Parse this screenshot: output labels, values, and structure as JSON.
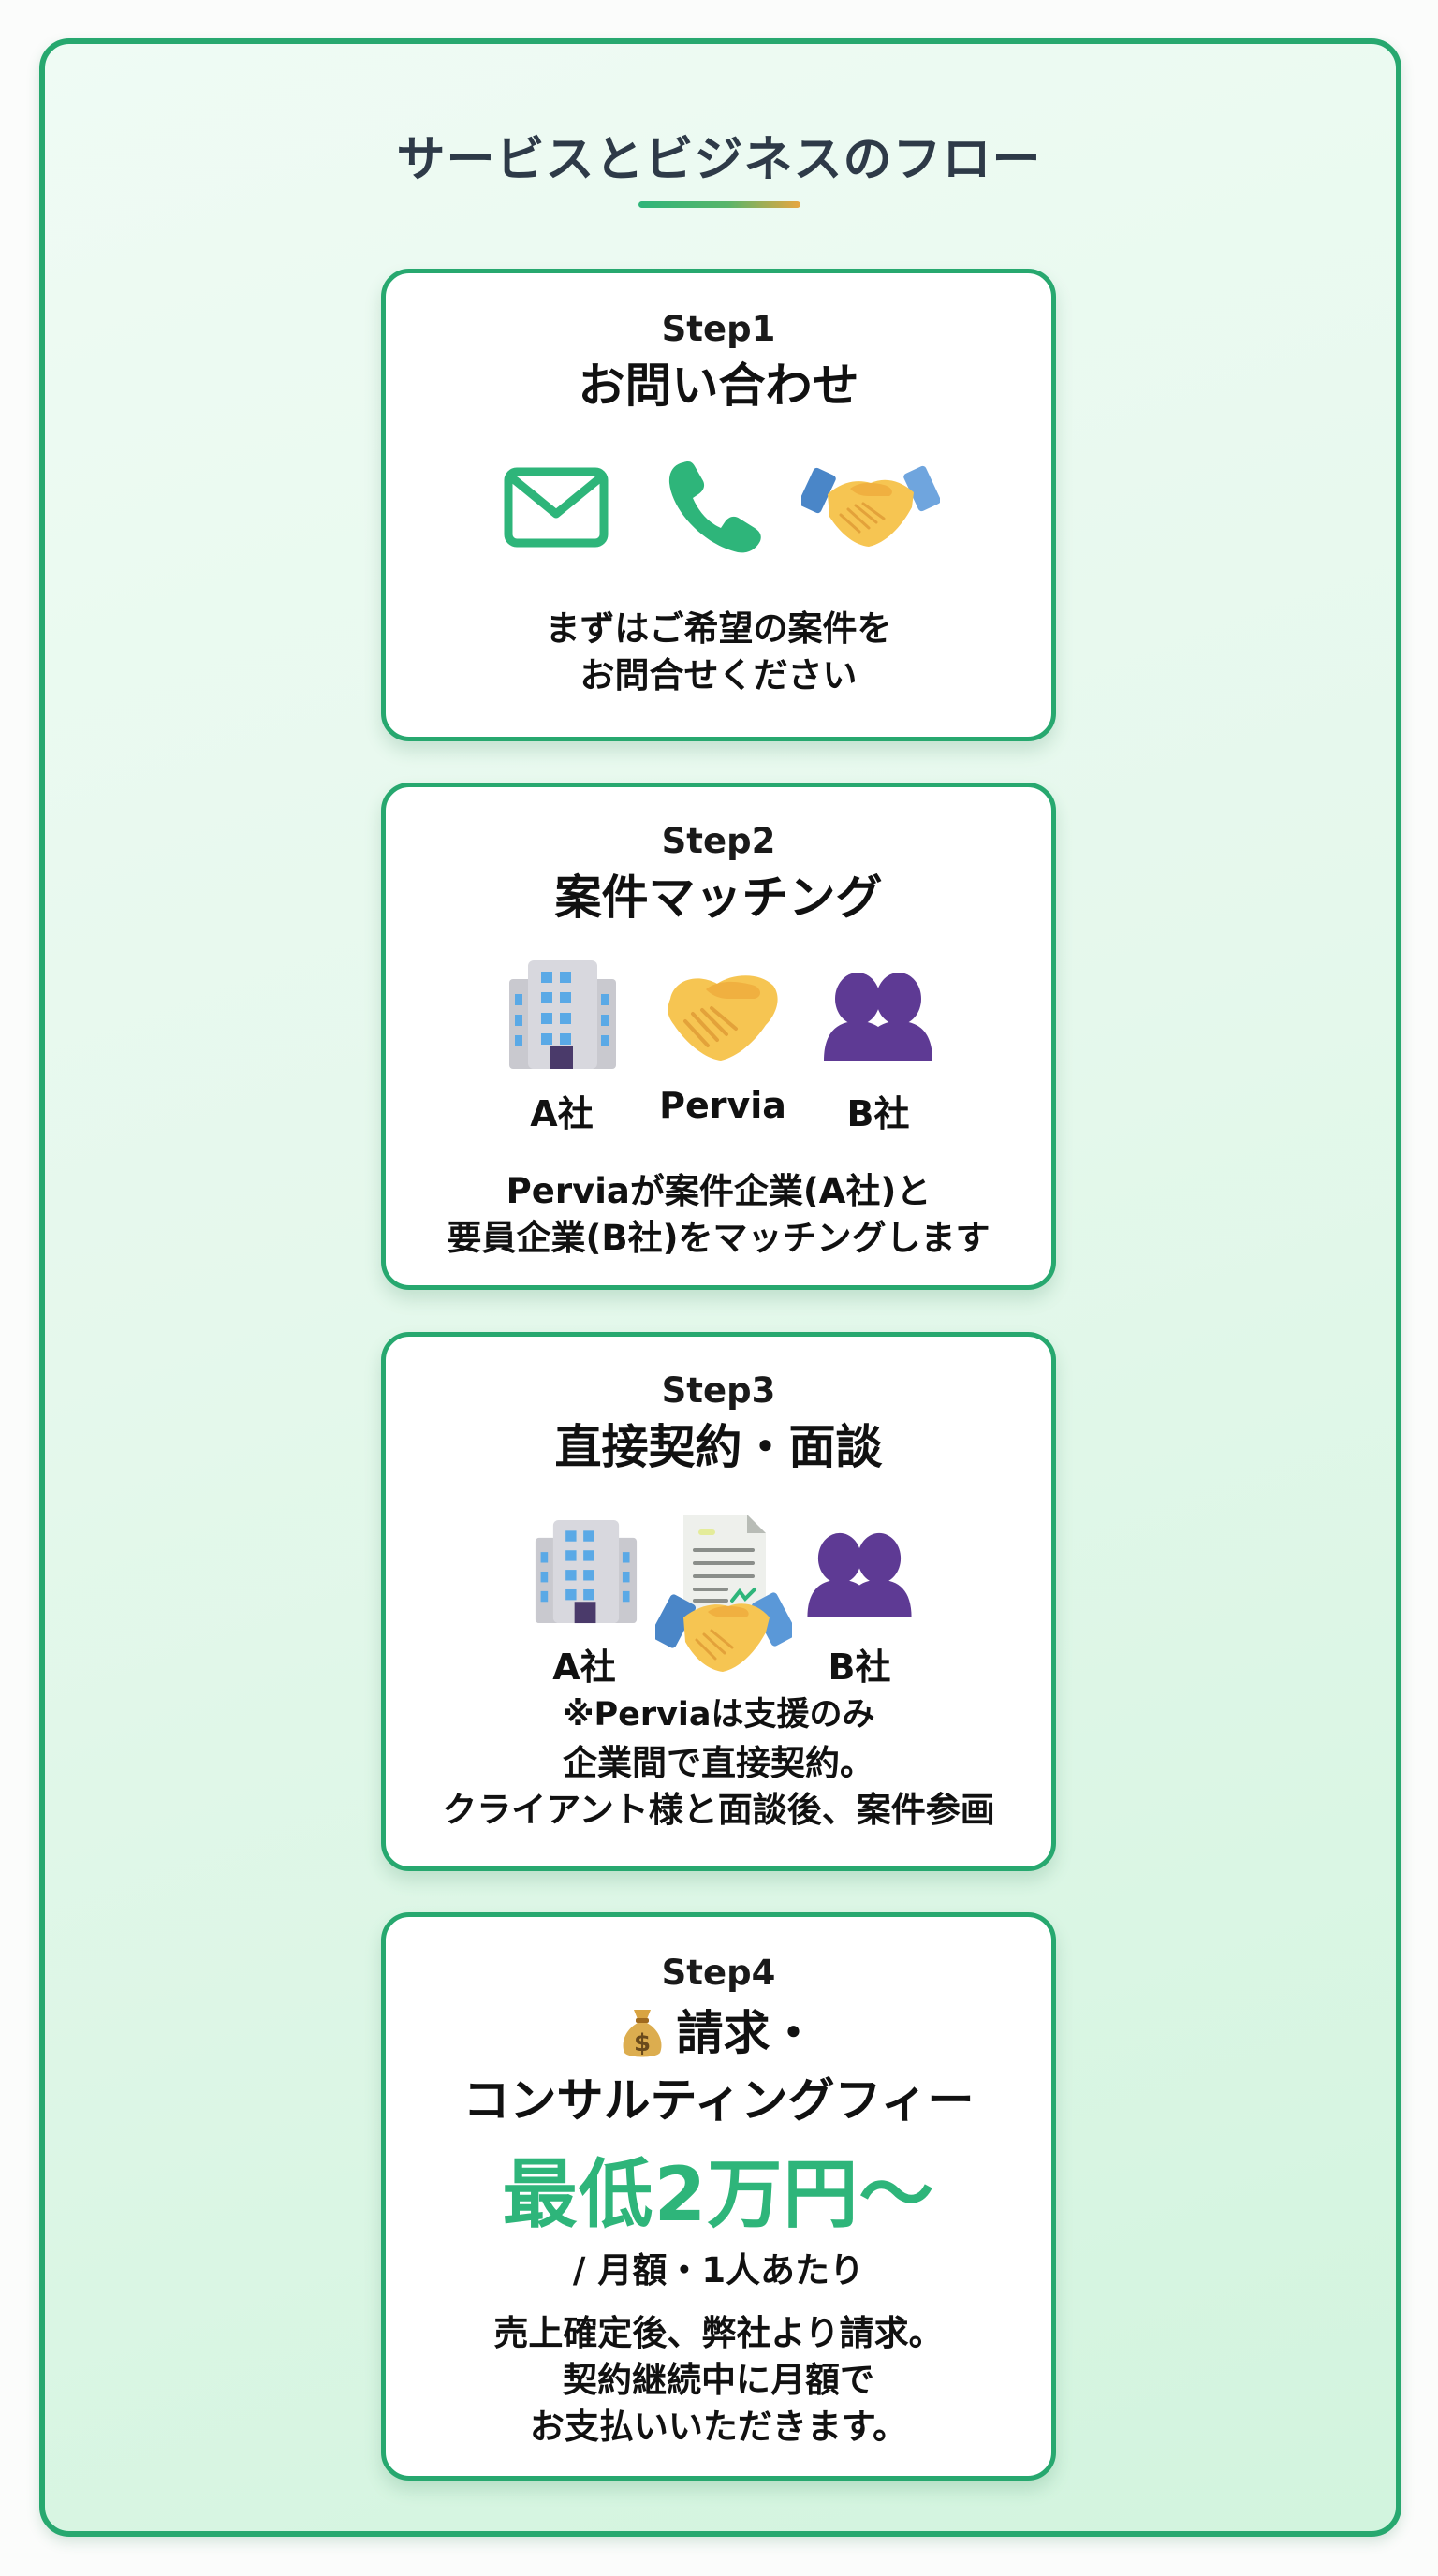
{
  "header": {
    "title": "サービスとビジネスのフロー"
  },
  "colors": {
    "accent_green": "#27a86f",
    "price_green": "#2eb57a",
    "title_text": "#2e3a48",
    "underline_gradient": [
      "#2eb57a",
      "#e8a640"
    ],
    "people_purple": "#5e3a94",
    "handshake_yellow": "#f6c552",
    "sleeve_blue": "#4a86c8"
  },
  "steps": [
    {
      "label": "Step1",
      "title": "お問い合わせ",
      "icons": [
        "envelope-icon",
        "phone-icon",
        "handshake-icon"
      ],
      "description_lines": [
        "まずはご希望の案件を",
        "お問合せください"
      ]
    },
    {
      "label": "Step2",
      "title": "案件マッチング",
      "icons": [
        "office-building-icon",
        "handshake-icon",
        "people-icon"
      ],
      "icon_labels": [
        "A社",
        "Pervia",
        "B社"
      ],
      "description_lines": [
        "Perviaが案件企業(A社)と",
        "要員企業(B社)をマッチングします"
      ]
    },
    {
      "label": "Step3",
      "title": "直接契約・面談",
      "icons": [
        "office-building-icon",
        "contract-handshake-icon",
        "people-icon"
      ],
      "icon_labels": [
        "A社",
        "B社"
      ],
      "note": "※Perviaは支援のみ",
      "description_lines": [
        "企業間で直接契約。",
        "クライアント様と面談後、案件参画"
      ]
    },
    {
      "label": "Step4",
      "title_icon": "money-bag-icon",
      "title_lines": [
        "請求・",
        "コンサルティングフィー"
      ],
      "price": "最低2万円〜",
      "price_unit": "/ 月額・1人あたり",
      "description_lines": [
        "売上確定後、弊社より請求。",
        "契約継続中に月額で",
        "お支払いいただきます。"
      ]
    }
  ]
}
